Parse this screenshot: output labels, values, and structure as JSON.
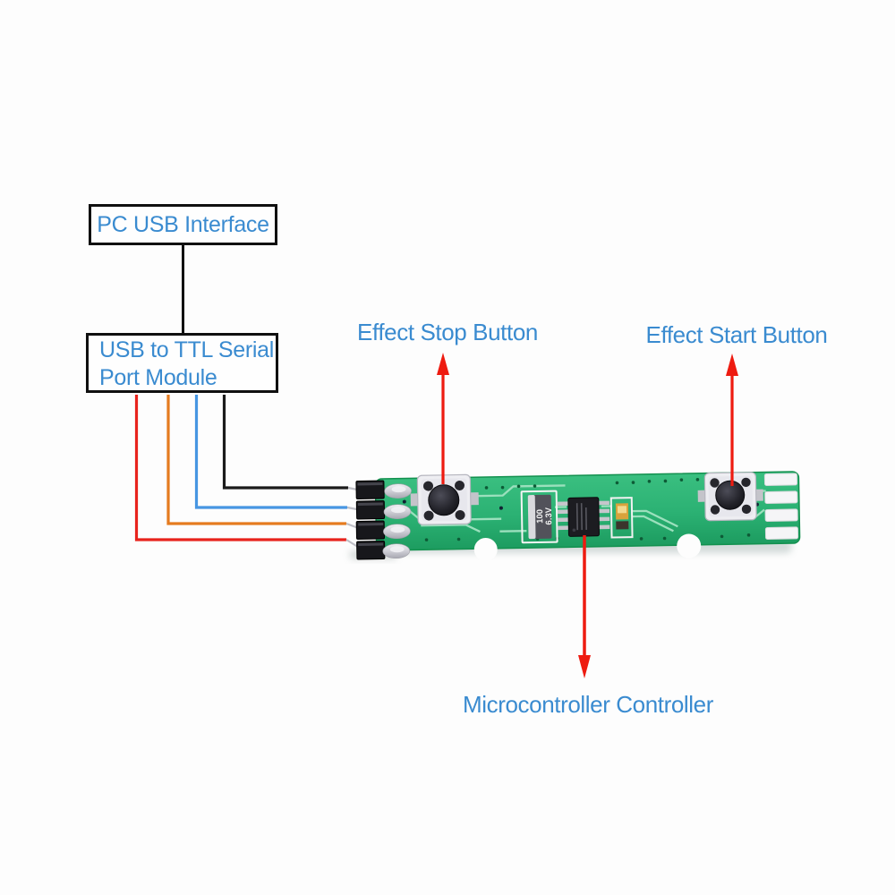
{
  "flowchart": {
    "pc_usb_box": "PC USB Interface",
    "usb_ttl_box_line1": "USB to TTL Serial",
    "usb_ttl_box_line2": "Port Module"
  },
  "annotations": {
    "stop_button": "Effect Stop Button",
    "start_button": "Effect Start Button",
    "microcontroller": "Microcontroller Controller"
  },
  "pcb": {
    "capacitor_value": "100",
    "capacitor_voltage": "6.3V"
  },
  "wires": {
    "order_top_to_bottom": [
      "black",
      "blue",
      "orange",
      "red"
    ]
  },
  "colors": {
    "label_blue": "#3a8bd0",
    "box_border": "#101010",
    "arrow_red": "#ee1b10",
    "wire_black": "#1b1b1b",
    "wire_blue": "#4796e2",
    "wire_orange": "#e57b1f",
    "wire_red": "#e8231d",
    "pcb_green": "#2bb173",
    "pcb_trace": "#9be0bd"
  }
}
